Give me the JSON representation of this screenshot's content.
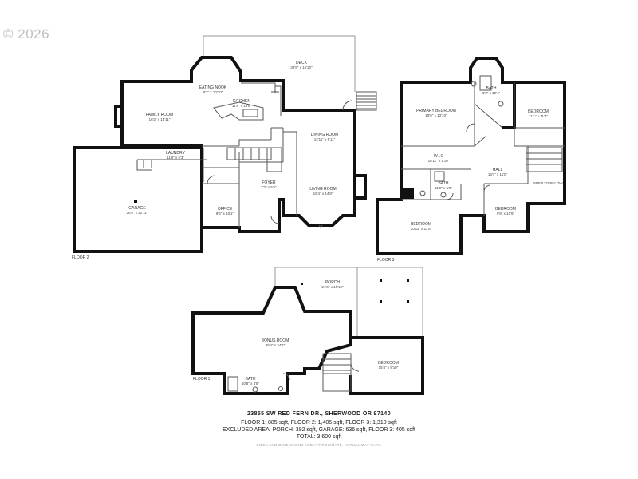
{
  "watermark": "© 2026",
  "floors": {
    "floor2": {
      "label": "FLOOR 2",
      "rooms": [
        {
          "id": "deck",
          "name": "DECK",
          "dim": "32'8\" x 16'10\""
        },
        {
          "id": "eating",
          "name": "EATING NOOK",
          "dim": "9'2\" x 10'10\""
        },
        {
          "id": "kitchen",
          "name": "KITCHEN",
          "dim": "11'8\" x 15'8\""
        },
        {
          "id": "family",
          "name": "FAMILY ROOM",
          "dim": "16'2\" x 13'11\""
        },
        {
          "id": "dining",
          "name": "DINING ROOM",
          "dim": "12'11\" x 9'11\""
        },
        {
          "id": "laundry",
          "name": "LAUNDRY",
          "dim": "11'8\" x 5'3\""
        },
        {
          "id": "living",
          "name": "LIVING ROOM",
          "dim": "15'4\" x 14'9\""
        },
        {
          "id": "foyer",
          "name": "FOYER",
          "dim": "7'2\" x 5'5\""
        },
        {
          "id": "garage",
          "name": "GARAGE",
          "dim": "26'8\" x 22'11\""
        },
        {
          "id": "office",
          "name": "OFFICE",
          "dim": "9'6\" x 10'1\""
        }
      ]
    },
    "floor3": {
      "label": "FLOOR 3",
      "rooms": [
        {
          "id": "bath1",
          "name": "BATH",
          "dim": "9'2\" x 12'4\""
        },
        {
          "id": "primary",
          "name": "PRIMARY BEDROOM",
          "dim": "19'6\" x 13'10\""
        },
        {
          "id": "bed1",
          "name": "BEDROOM",
          "dim": "11'1\" x 11'4\""
        },
        {
          "id": "wic",
          "name": "W.I.C",
          "dim": "16'11\" x 5'10\""
        },
        {
          "id": "hall",
          "name": "HALL",
          "dim": "13'4\" x 11'0\""
        },
        {
          "id": "bath2",
          "name": "BATH",
          "dim": "11'0\" x 5'8\""
        },
        {
          "id": "bed2",
          "name": "BEDROOM",
          "dim": "9'8\" x 10'6\""
        },
        {
          "id": "bed3",
          "name": "BEDROOM",
          "dim": "20'11\" x 11'8\""
        }
      ],
      "open_to_below": "OPEN TO BELOW"
    },
    "floor1": {
      "label": "FLOOR 1",
      "rooms": [
        {
          "id": "porch",
          "name": "PORCH",
          "dim": "24'0\" x 15'10\""
        },
        {
          "id": "bonus",
          "name": "BONUS ROOM",
          "dim": "35'4\" x 24'4\""
        },
        {
          "id": "bed4",
          "name": "BEDROOM",
          "dim": "15'4\" x 9'10\""
        },
        {
          "id": "bath3",
          "name": "BATH",
          "dim": "10'8\" x 4'8\""
        }
      ]
    }
  },
  "info": {
    "address": "23855 SW RED FERN DR., SHERWOOD OR 97140",
    "line1": "FLOOR 1: 885 sqft, FLOOR 2: 1,405 sqft, FLOOR 3: 1,310 sqft",
    "line2": "EXCLUDED AREA: PORCH: 392 sqft, GARAGE: 636 sqft, FLOOR 3: 405 sqft",
    "line3": "TOTAL:  3,600 sqft",
    "note": "SIZES AND DIMENSIONS ARE APPROXIMATE, ACTUAL MAY VARY."
  }
}
